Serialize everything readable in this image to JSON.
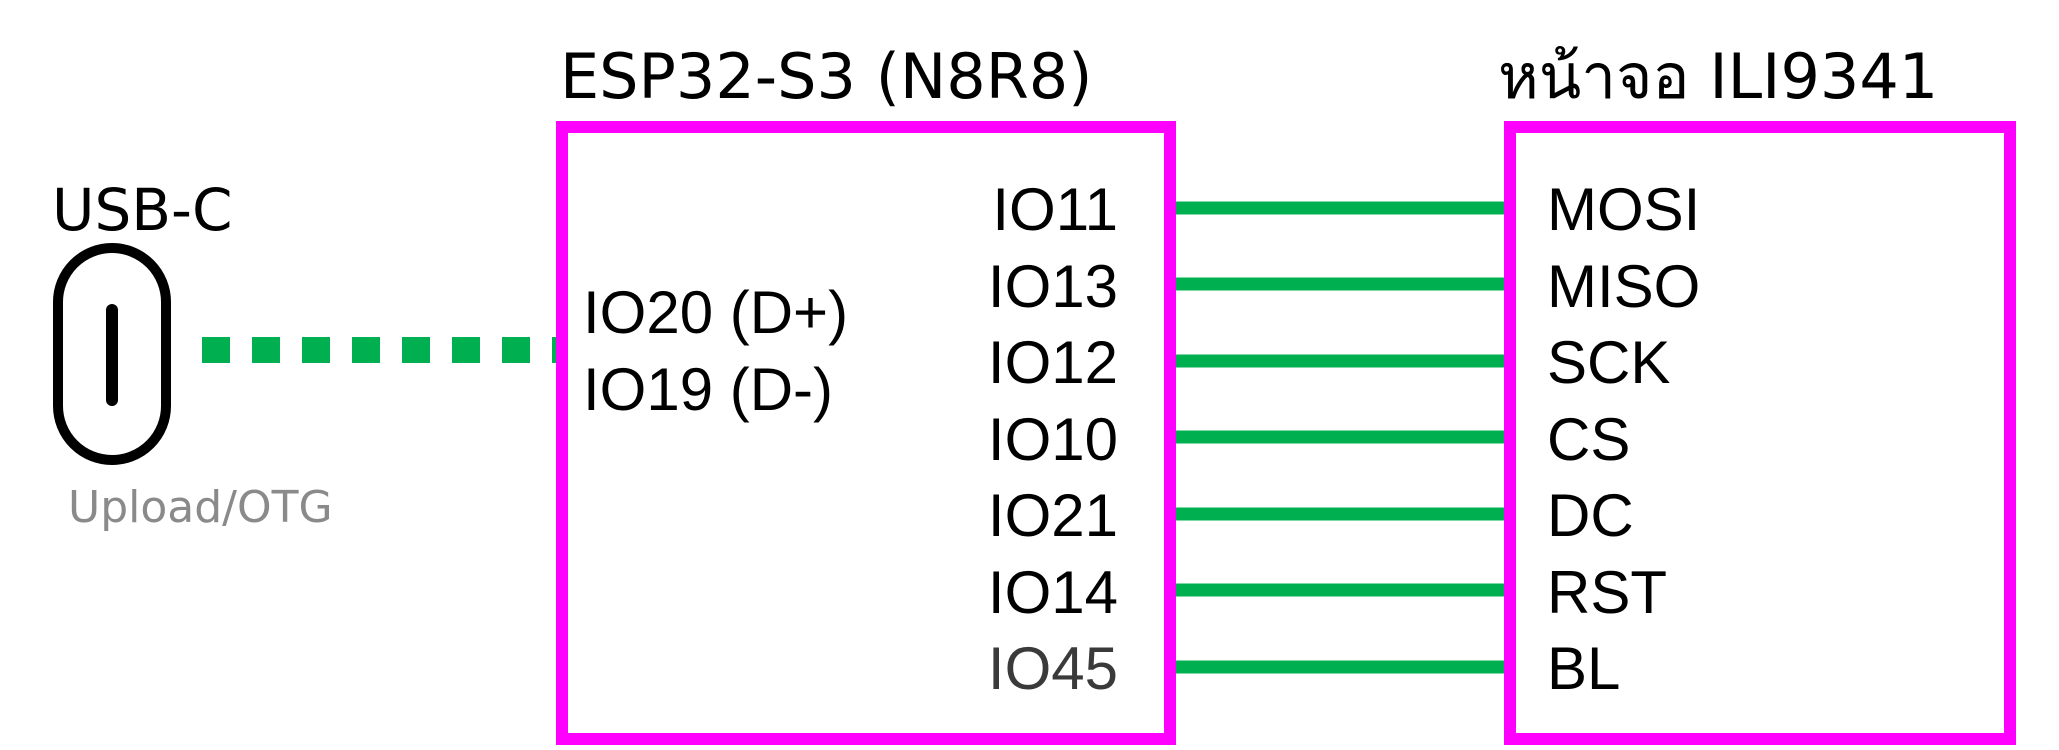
{
  "colors": {
    "box_border": "#ff00ff",
    "wire": "#00b050",
    "usb_outline": "#000000",
    "caption": "#8a8a8a",
    "text": "#000000"
  },
  "usb": {
    "title": "USB-C",
    "caption": "Upload/OTG",
    "icon": "usb-c-port-icon"
  },
  "esp32": {
    "title": "ESP32-S3 (N8R8)",
    "usb_pins": [
      "IO20 (D+)",
      "IO19 (D-)"
    ],
    "spi_pins": [
      "IO11",
      "IO13",
      "IO12",
      "IO10",
      "IO21",
      "IO14",
      "IO45"
    ]
  },
  "display": {
    "title": "หน้าจอ ILI9341",
    "pins": [
      "MOSI",
      "MISO",
      "SCK",
      "CS",
      "DC",
      "RST",
      "BL"
    ]
  }
}
